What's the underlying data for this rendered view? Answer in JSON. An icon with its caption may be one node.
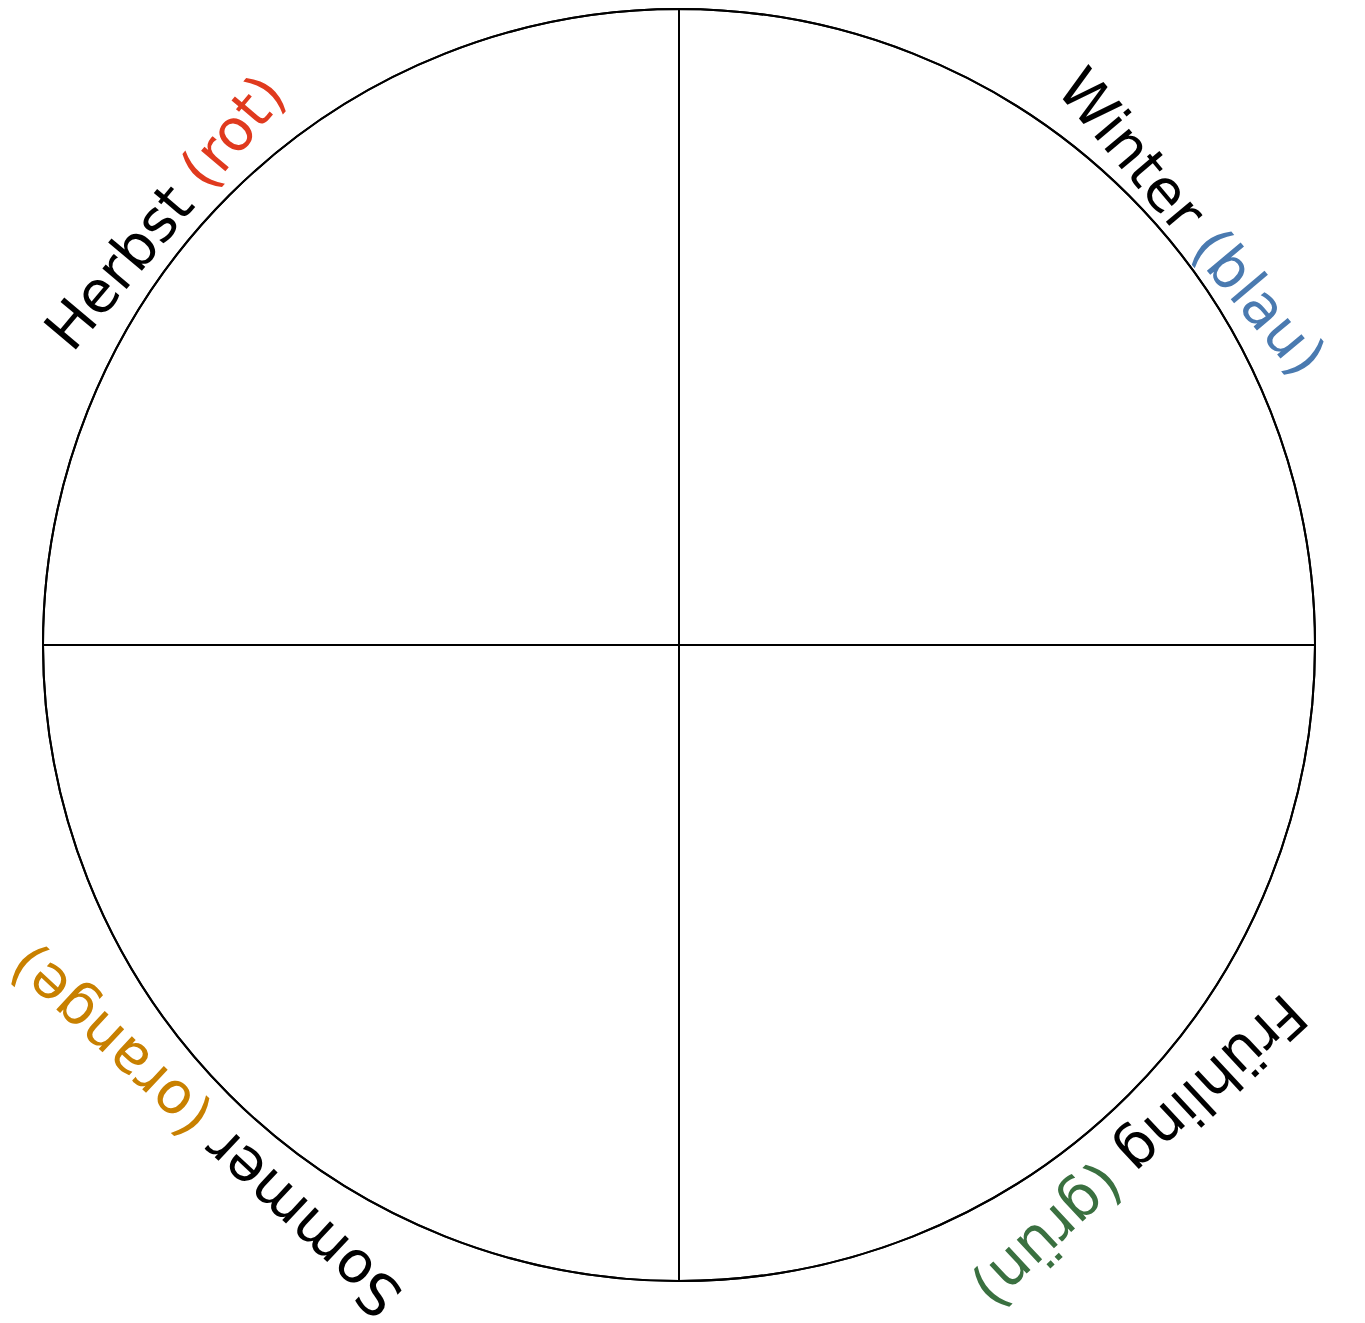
{
  "diagram": {
    "nodes": [
      {
        "text": [],
        "shape": "circle"
      },
      {
        "text": [
          "Herbst",
          "(rot)"
        ],
        "in": 0
      },
      {
        "text": [
          "Winter",
          "(blau)"
        ],
        "in": 0
      },
      {
        "text": [
          "Sommer",
          "(orange)"
        ],
        "in": 0
      },
      {
        "text": [
          "Frühling",
          "(grün)"
        ],
        "in": 0
      }
    ],
    "edges": []
  }
}
